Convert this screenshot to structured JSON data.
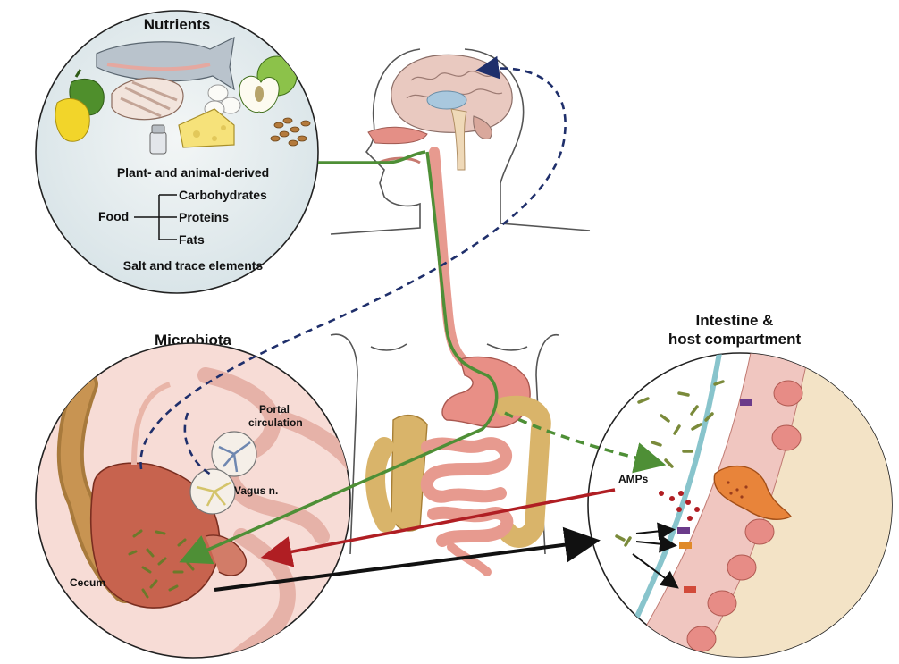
{
  "nutrients": {
    "title": "Nutrients",
    "origin": "Plant- and animal-derived",
    "food_label": "Food",
    "food_items": [
      "Carbohydrates",
      "Proteins",
      "Fats"
    ],
    "salt": "Salt and trace elements"
  },
  "microbiota": {
    "title": "Microbiota",
    "portal_line1": "Portal",
    "portal_line2": "circulation",
    "vagus": "Vagus n.",
    "cecum": "Cecum"
  },
  "intestine": {
    "title_line1": "Intestine &",
    "title_line2": "host compartment",
    "amps": "AMPs"
  },
  "colors": {
    "green_path": "#4e8f36",
    "vagus_dashed": "#1f2f6b",
    "amp_red": "#b01e23",
    "black_arrow": "#111111",
    "tissue_pink": "#e89a90",
    "colon_tan": "#d9b46a",
    "microbe_green": "#7a8a3a"
  },
  "icons": [
    "salmon-icon",
    "steak-icon",
    "pepper-icon",
    "apple-icon",
    "eggs-icon",
    "cheese-icon",
    "salt-shaker-icon",
    "nuts-icon",
    "brain-icon",
    "stomach-icon",
    "intestine-icon"
  ]
}
